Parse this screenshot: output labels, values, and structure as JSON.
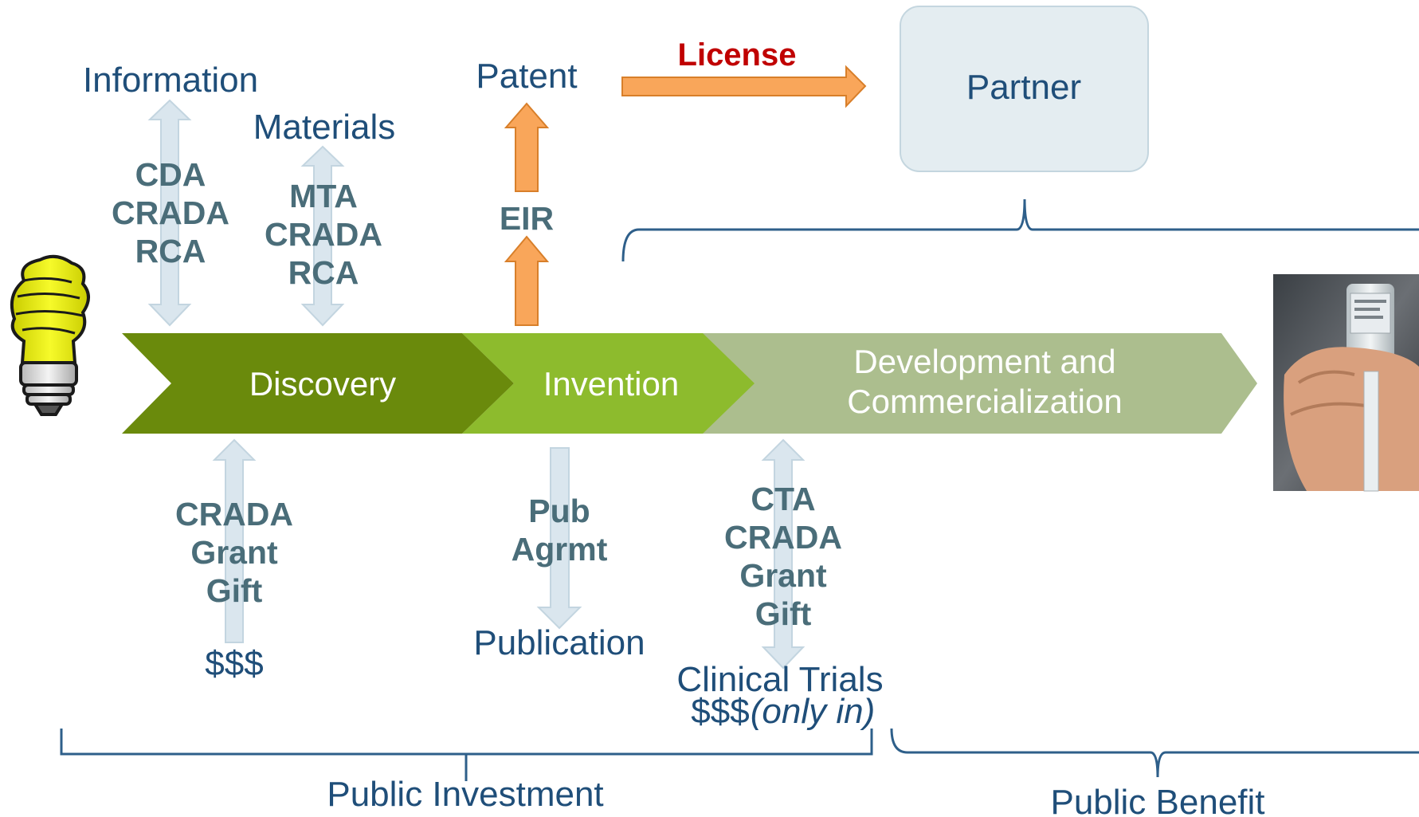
{
  "colors": {
    "label_blue": "#1f4e79",
    "agreement_teal": "#4a6d79",
    "pale_arrow": "#dae6ee",
    "orange_arrow": "#f9a65a",
    "license_red": "#c00000",
    "discovery_green": "#6a8a0c",
    "invention_green": "#8dbb2d",
    "development_green": "#acbe8e",
    "partner_box": "#e4edf1",
    "bracket_blue": "#2e5f8a",
    "bulb_yellow": "#eef200"
  },
  "icons": {
    "idea": "lightbulb-icon",
    "product": "vaccine-syringe-photo"
  },
  "stages": {
    "discovery": "Discovery",
    "invention": "Invention",
    "development_line1": "Development and",
    "development_line2": "Commercialization"
  },
  "top": {
    "information": "Information",
    "info_agreements": [
      "CDA",
      "CRADA",
      "RCA"
    ],
    "materials": "Materials",
    "materials_agreements": [
      "MTA",
      "CRADA",
      "RCA"
    ],
    "patent": "Patent",
    "eir": "EIR",
    "license": "License",
    "partner": "Partner"
  },
  "bottom": {
    "discovery_agreements": [
      "CRADA",
      "Grant",
      "Gift"
    ],
    "discovery_money": "$$$",
    "pub_agreements": [
      "Pub",
      "Agrmt"
    ],
    "publication": "Publication",
    "clinical_agreements": [
      "CTA",
      "CRADA",
      "Grant",
      "Gift"
    ],
    "clinical_trials": "Clinical Trials",
    "clinical_money": "$$$",
    "clinical_note": "(only in)"
  },
  "brackets": {
    "public_investment": "Public Investment",
    "public_benefit": "Public Benefit"
  }
}
